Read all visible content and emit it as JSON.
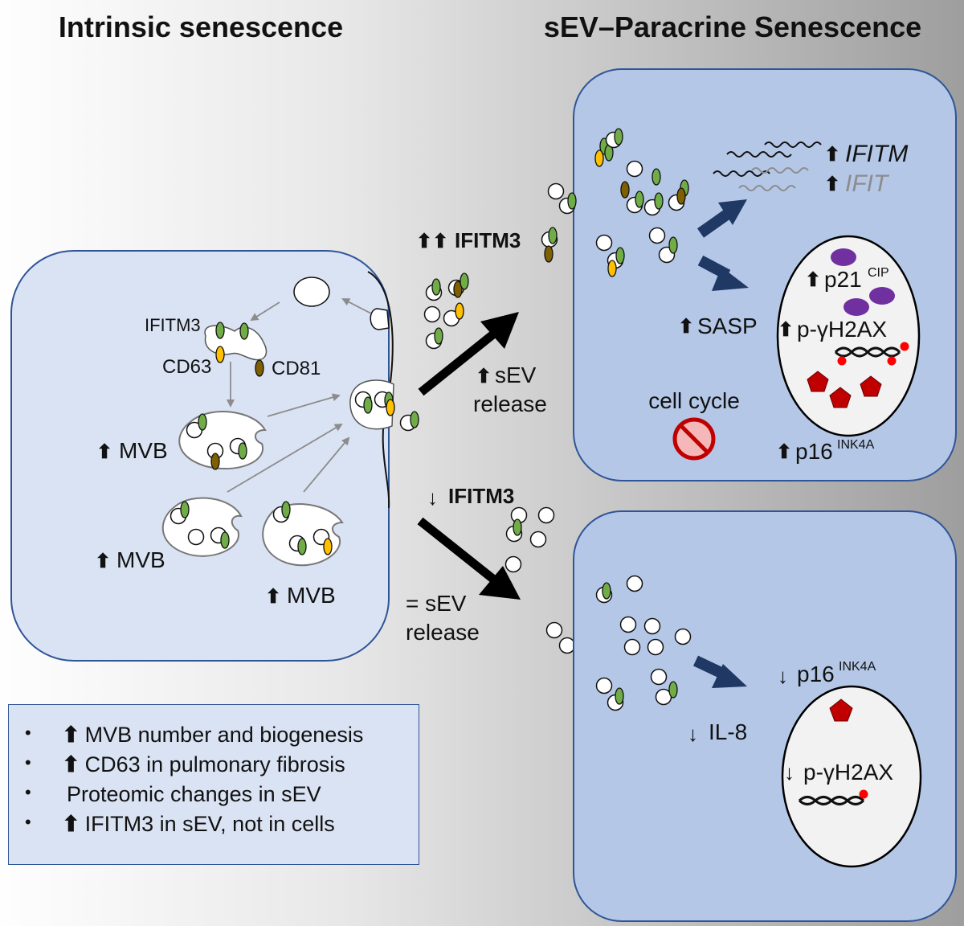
{
  "titles": {
    "left": "Intrinsic senescence",
    "right": "sEV–Paracrine Senescence"
  },
  "arrows": {
    "up": "⬆",
    "double_up": "⬆⬆",
    "down": "↓"
  },
  "intrinsic_cell": {
    "labels": {
      "ifitm3": "IFITM3",
      "cd63": "CD63",
      "cd81": "CD81",
      "mvb": "MVB"
    }
  },
  "middle": {
    "upper": {
      "marker": "IFITM3",
      "release_line1": "sEV",
      "release_line2": "release"
    },
    "lower": {
      "marker": "IFITM3",
      "release_line1": "= sEV",
      "release_line2": "release"
    }
  },
  "upper_cell": {
    "genes": [
      "IFITM",
      "IFIT"
    ],
    "sasp": "SASP",
    "p21": "p21",
    "p21_sup": "CIP",
    "pgh2ax": "p-γH2AX",
    "cell_cycle": "cell cycle",
    "p16": "p16",
    "p16_sup": "INK4A"
  },
  "lower_cell": {
    "p16": "p16",
    "p16_sup": "INK4A",
    "il8": "IL-8",
    "pgh2ax": "p-γH2AX"
  },
  "summary": {
    "items": [
      {
        "bullet": "•",
        "arrow": "⬆",
        "text": "MVB number and biogenesis"
      },
      {
        "bullet": "•",
        "arrow": "⬆",
        "text": "CD63 in pulmonary fibrosis"
      },
      {
        "bullet": "•",
        "arrow": "",
        "text": "Proteomic changes in sEV"
      },
      {
        "bullet": "•",
        "arrow": "⬆",
        "text": "IFITM3 in sEV, not in cells"
      }
    ]
  },
  "colors": {
    "cell_fill_left": "#dae3f3",
    "cell_fill_right": "#b4c7e7",
    "cell_border": "#2f5597",
    "blue_arrow": "#1f3864",
    "ifitm3_green": "#70ad47",
    "cd63_yellow": "#ffc000",
    "cd81_brown": "#7f6000",
    "p21_purple": "#7030a0",
    "p16_red": "#c00000",
    "gray_text": "#8c8c8c"
  }
}
